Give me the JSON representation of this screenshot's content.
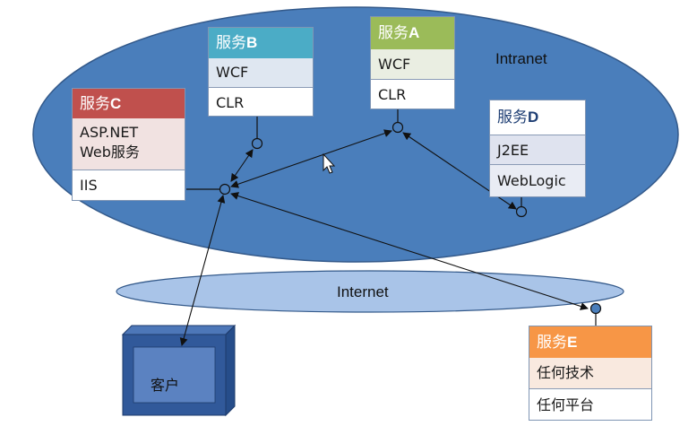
{
  "labels": {
    "intranet": "Intranet",
    "internet": "Internet",
    "client": "客户"
  },
  "services": {
    "b": {
      "prefix": "服务",
      "letter": "B",
      "rows": [
        "WCF",
        "CLR"
      ],
      "color": "#4bacc6"
    },
    "a": {
      "prefix": "服务",
      "letter": "A",
      "rows": [
        "WCF",
        "CLR"
      ],
      "color": "#9bbb59"
    },
    "c": {
      "prefix": "服务",
      "letter": "C",
      "rows": [
        "ASP.NET Web服务",
        "IIS"
      ],
      "color": "#c0504d"
    },
    "d": {
      "prefix": "服务",
      "letter": "D",
      "rows": [
        "J2EE",
        "WebLogic"
      ],
      "color": "#4f81bd"
    },
    "e": {
      "prefix": "服务",
      "letter": "E",
      "rows": [
        "任何技术",
        "任何平台"
      ],
      "color": "#f79646"
    }
  },
  "colors": {
    "intranet_fill": "#4a7ebb",
    "internet_fill": "#a9c4e8",
    "client_fill": "#31599a"
  }
}
